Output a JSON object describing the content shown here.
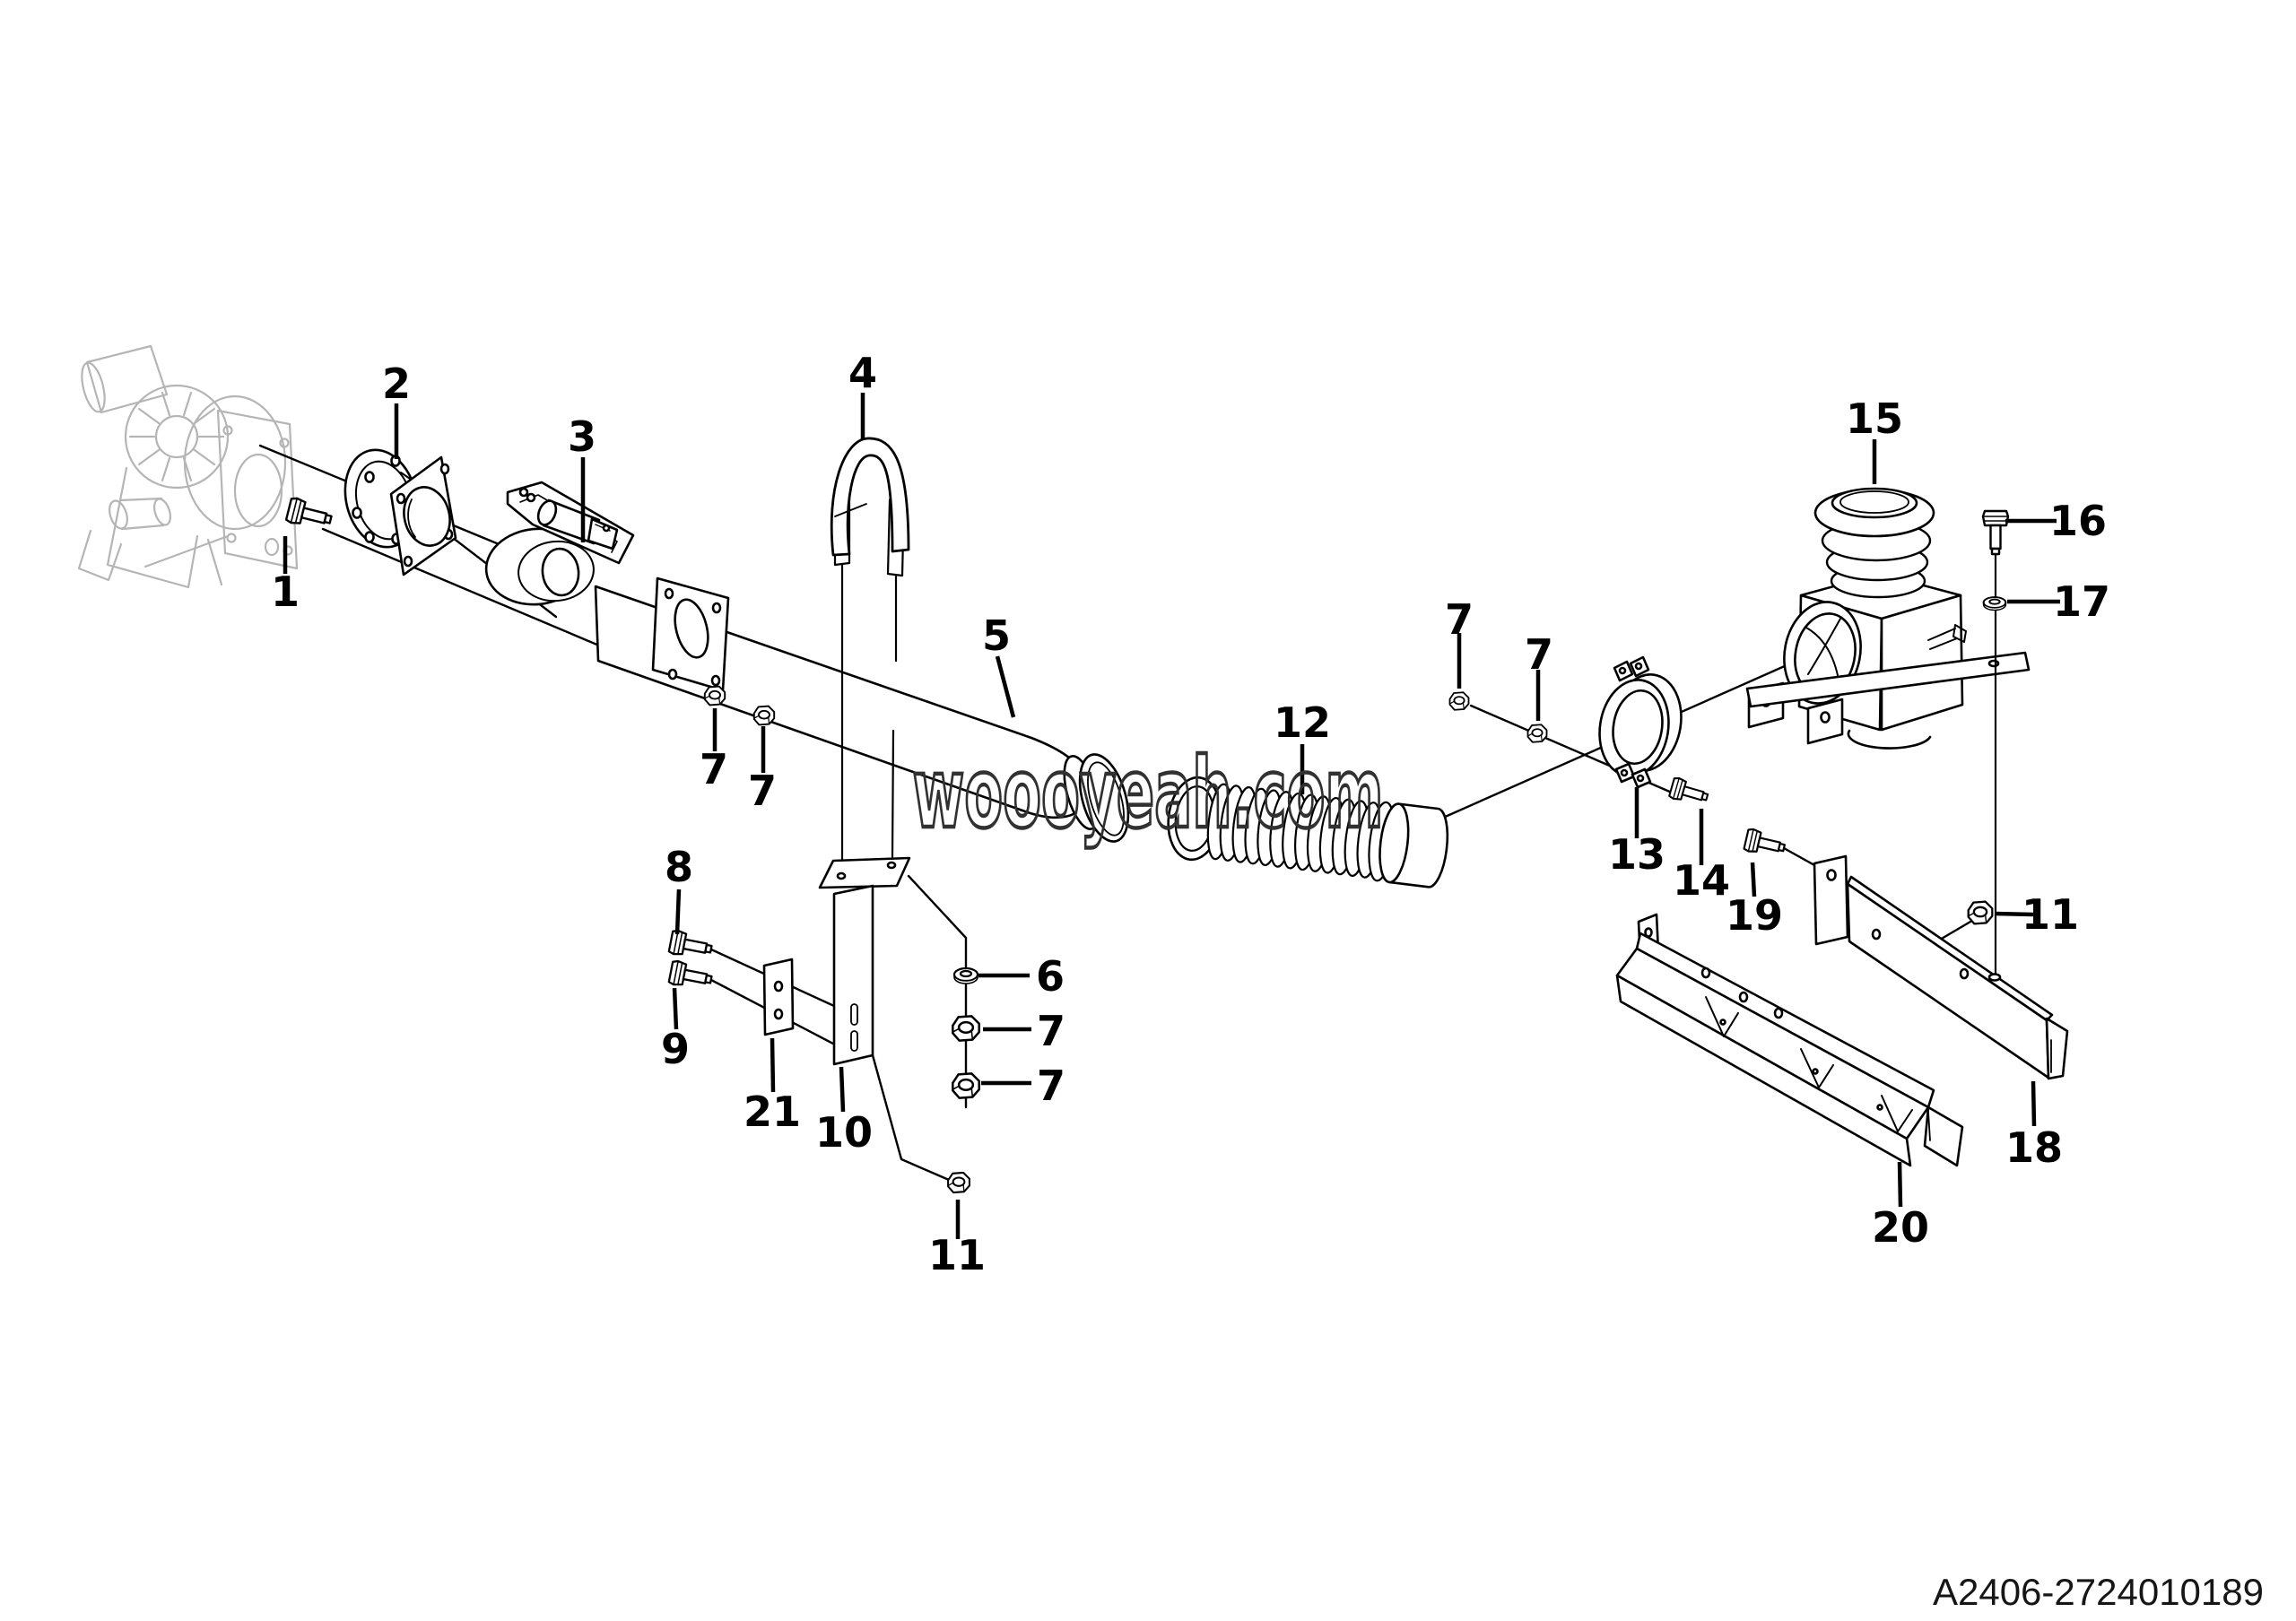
{
  "page": {
    "background": "#ffffff"
  },
  "colors": {
    "line": "#000000",
    "ghost_part": "#b5b5b5",
    "watermark_outline": "#313131"
  },
  "watermark": {
    "text": "woooyeah.com"
  },
  "footer": {
    "drawing_number": "A2406-2724010189"
  },
  "callouts": {
    "c1": "1",
    "c2": "2",
    "c3": "3",
    "c4": "4",
    "c5": "5",
    "c6": "6",
    "c7a": "7",
    "c7b": "7",
    "c7c": "7",
    "c7d": "7",
    "c7e": "7",
    "c7f": "7",
    "c8": "8",
    "c9": "9",
    "c10": "10",
    "c11a": "11",
    "c11b": "11",
    "c12": "12",
    "c13": "13",
    "c14": "14",
    "c15": "15",
    "c16": "16",
    "c17": "17",
    "c18": "18",
    "c19": "19",
    "c20": "20",
    "c21": "21"
  }
}
